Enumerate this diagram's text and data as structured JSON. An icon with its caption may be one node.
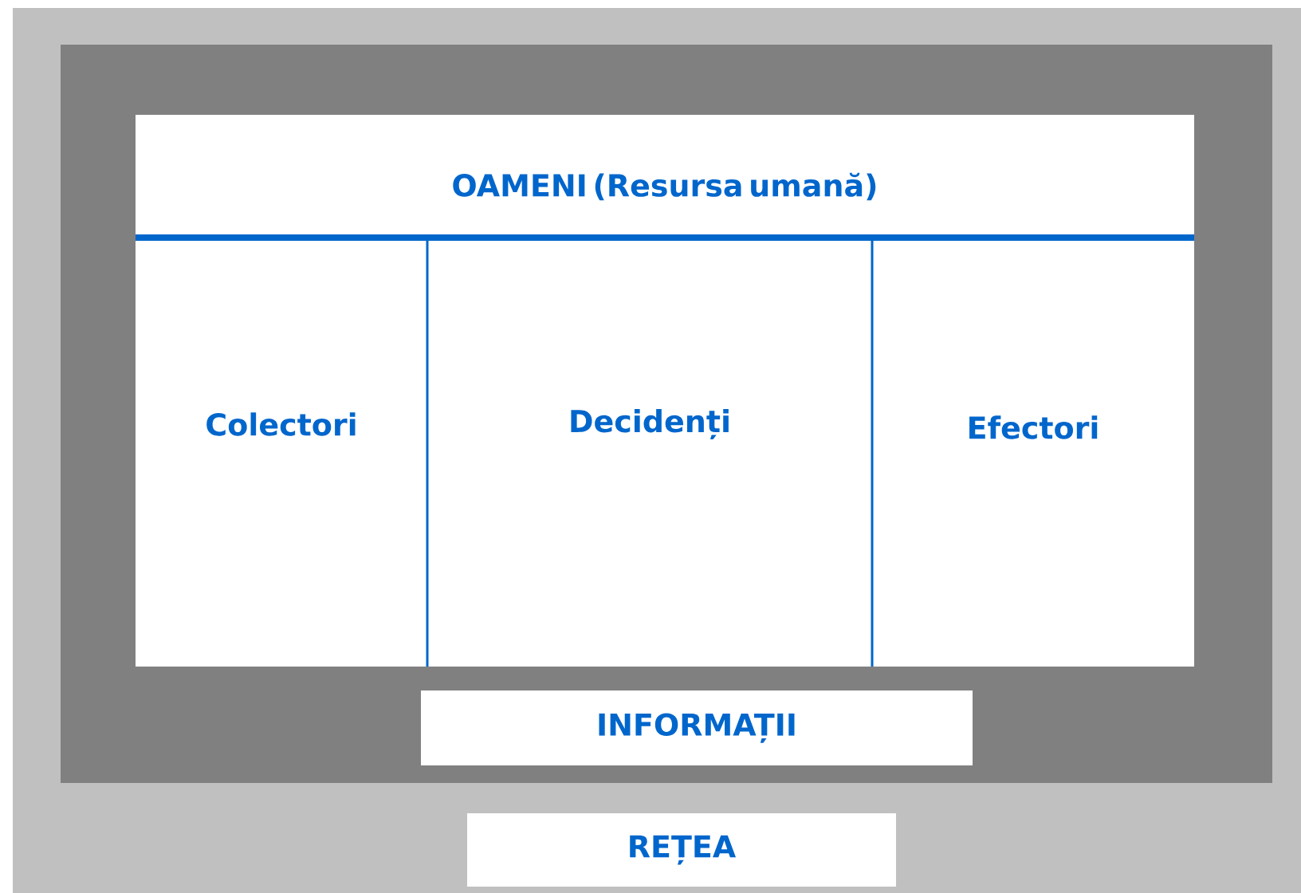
{
  "diagram": {
    "nodes": [
      {
        "text": [],
        "shape": "box"
      },
      {
        "text": [
          "REȚEA"
        ],
        "in": 0
      },
      {
        "text": [],
        "shape": "box",
        "in": 0
      },
      {
        "text": [
          "INFORMAȚII"
        ],
        "in": 2
      },
      {
        "text": [
          "OAMENI (Resursa umană)"
        ],
        "in": 2
      },
      {
        "text": [
          "Colectori"
        ],
        "in": 4
      },
      {
        "text": [
          "Decidenți"
        ],
        "in": 4
      },
      {
        "text": [
          "Efectori"
        ],
        "in": 4
      }
    ]
  }
}
